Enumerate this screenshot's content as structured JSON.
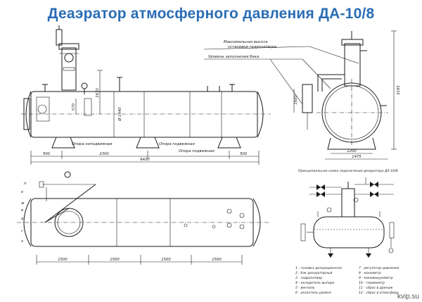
{
  "title": "Деаэратор атмосферного давления ДА-10/8",
  "watermark": "kvip.su",
  "front_view": {
    "labels": {
      "support_fixed": "Опора неподвижная",
      "support_movable_1": "Опора подвижная",
      "support_movable_2": "Опора подвижная",
      "d_label": "Ø 1440"
    },
    "dims": {
      "left": "500",
      "middle": "2300",
      "right": "500",
      "total": "6420",
      "h1": "1670",
      "h2": "570"
    }
  },
  "side_view": {
    "labels": {
      "max_height_1": "Максимальная высота",
      "max_height_2": "установки гидрозатвора",
      "fill_level": "Уровень заполнения бака"
    },
    "dims": {
      "base_width": "1200",
      "overall_width": "1475",
      "height": "3195",
      "seal": "1600"
    }
  },
  "plan_view": {
    "letters": [
      "п",
      "е",
      "ж",
      "в",
      "а",
      "г",
      "з"
    ],
    "dims": [
      "1500",
      "1500",
      "1500",
      "1500"
    ]
  },
  "schematic": {
    "caption": "Принципиальная схема подключения деаэратора ДА-10/8",
    "legend": [
      "1 - головка деаэрационная",
      "2 - бак деаэраторный",
      "3 - гидрозатвор",
      "4 - охладитель выпара",
      "5 - вентиль",
      "6 - указатель уровня",
      "7 - регулятор давления",
      "8 - манометр",
      "9 - мановакуумметр",
      "10 - термометр",
      "11 - сброс в дренаж",
      "12 - сброс в атмосферу"
    ]
  }
}
